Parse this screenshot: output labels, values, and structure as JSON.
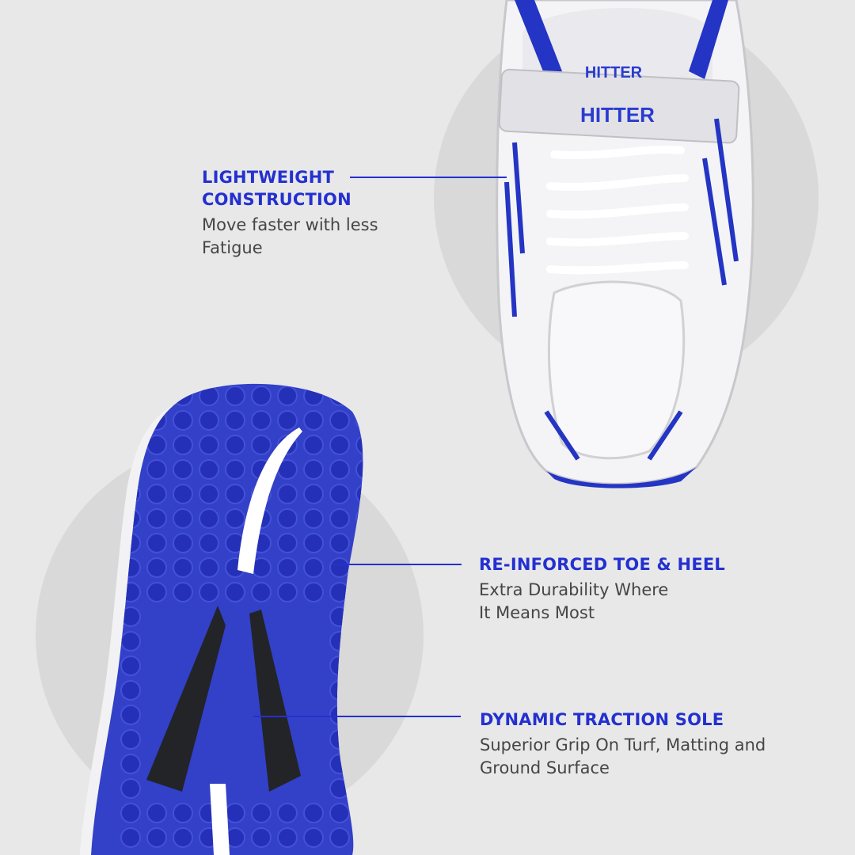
{
  "brand": {
    "name": "HITTER",
    "accent_color": "#2430d0",
    "text_color": "#454545",
    "background": "#e8e8e8"
  },
  "features": [
    {
      "title_lines": [
        "LIGHTWEIGHT",
        "CONSTRUCTION"
      ],
      "desc_lines": [
        "Move faster with less",
        "Fatigue"
      ]
    },
    {
      "title_lines": [
        "RE-INFORCED TOE & HEEL"
      ],
      "desc_lines": [
        "Extra Durability Where",
        "It Means Most"
      ]
    },
    {
      "title_lines": [
        "DYNAMIC TRACTION SOLE"
      ],
      "desc_lines": [
        "Superior Grip On Turf, Matting and",
        "Ground Surface"
      ]
    }
  ]
}
